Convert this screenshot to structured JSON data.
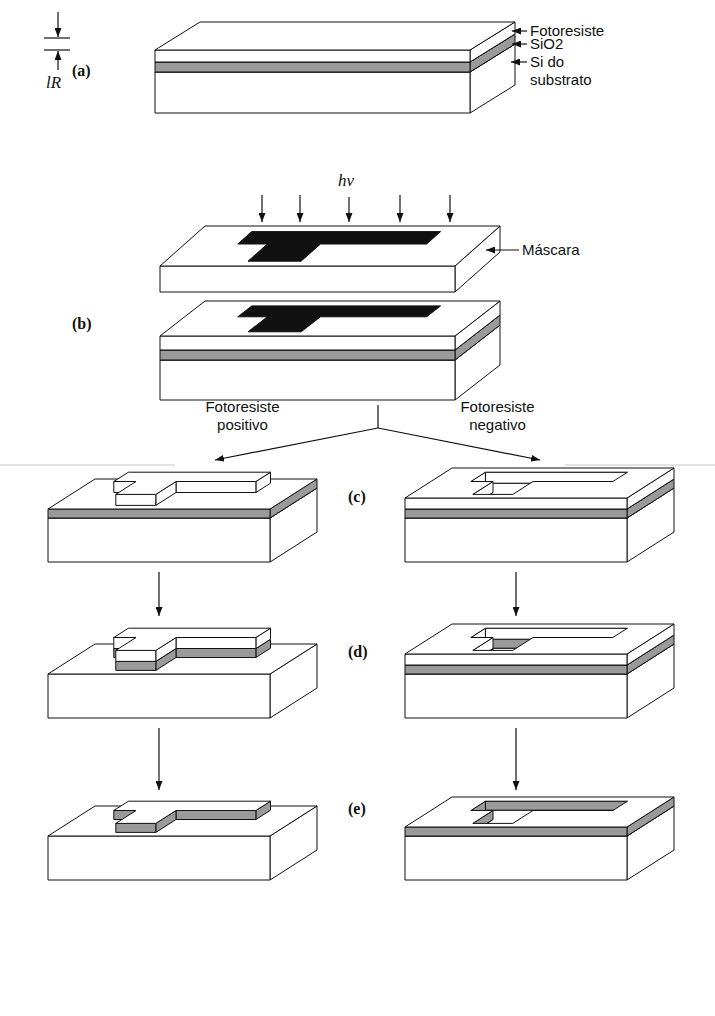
{
  "diagram": {
    "labels": [
      "Fotoresiste",
      "SiO2",
      "Si do substrato",
      "(a)",
      "lR",
      "hν",
      "Máscara",
      "(b)",
      "Fotoresiste positivo",
      "Fotoresiste negativo",
      "(c)",
      "(d)",
      "(e)"
    ]
  }
}
